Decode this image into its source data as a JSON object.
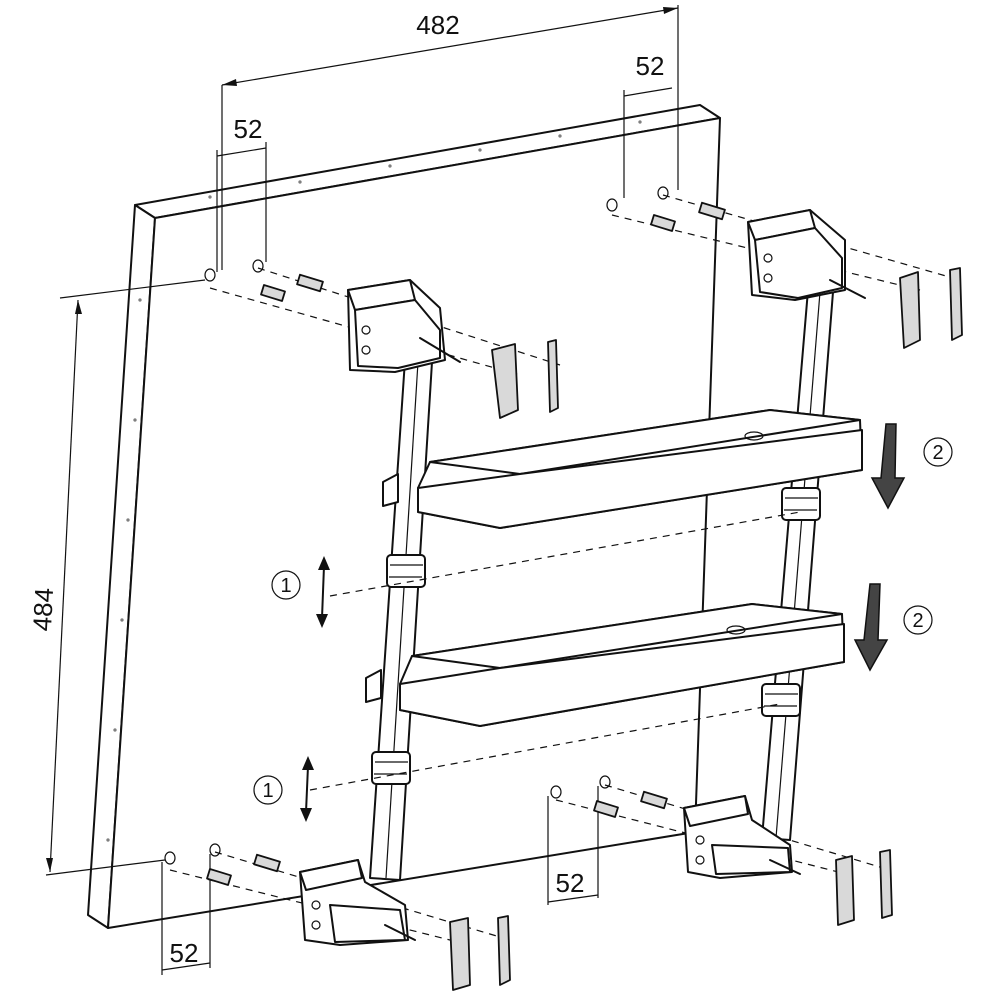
{
  "dimensions": {
    "total_width": "482",
    "total_height": "484",
    "offset_top_left": "52",
    "offset_top_right": "52",
    "offset_bottom_left": "52",
    "offset_bottom_right": "52"
  },
  "steps": {
    "adjust_upper": "1",
    "adjust_lower": "1",
    "insert_upper": "2",
    "insert_lower": "2"
  },
  "colors": {
    "line": "#111111",
    "panel_fill": "#ffffff",
    "plug_fill": "#d9d9d9"
  }
}
